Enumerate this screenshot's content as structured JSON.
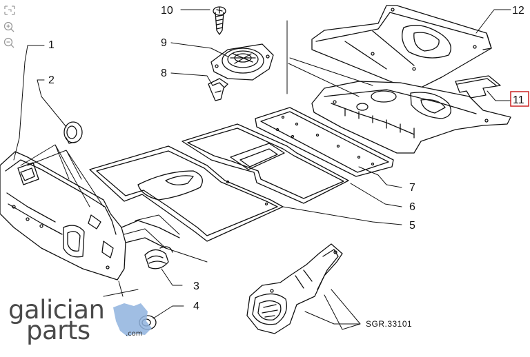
{
  "toolbar": {
    "tools": [
      {
        "icon": "fit-frame-icon"
      },
      {
        "icon": "zoom-in-icon"
      },
      {
        "icon": "zoom-out-icon"
      }
    ]
  },
  "diagram": {
    "callouts": [
      "10",
      "9",
      "8",
      "12",
      "1",
      "2",
      "11",
      "7",
      "6",
      "5",
      "3",
      "4"
    ],
    "highlight_color": "#cc2222",
    "reference_code": "SGR.33101"
  },
  "logo": {
    "line1": "galician",
    "line2": "parts",
    "domain": ".com",
    "accent_color": "#8fb3de"
  }
}
